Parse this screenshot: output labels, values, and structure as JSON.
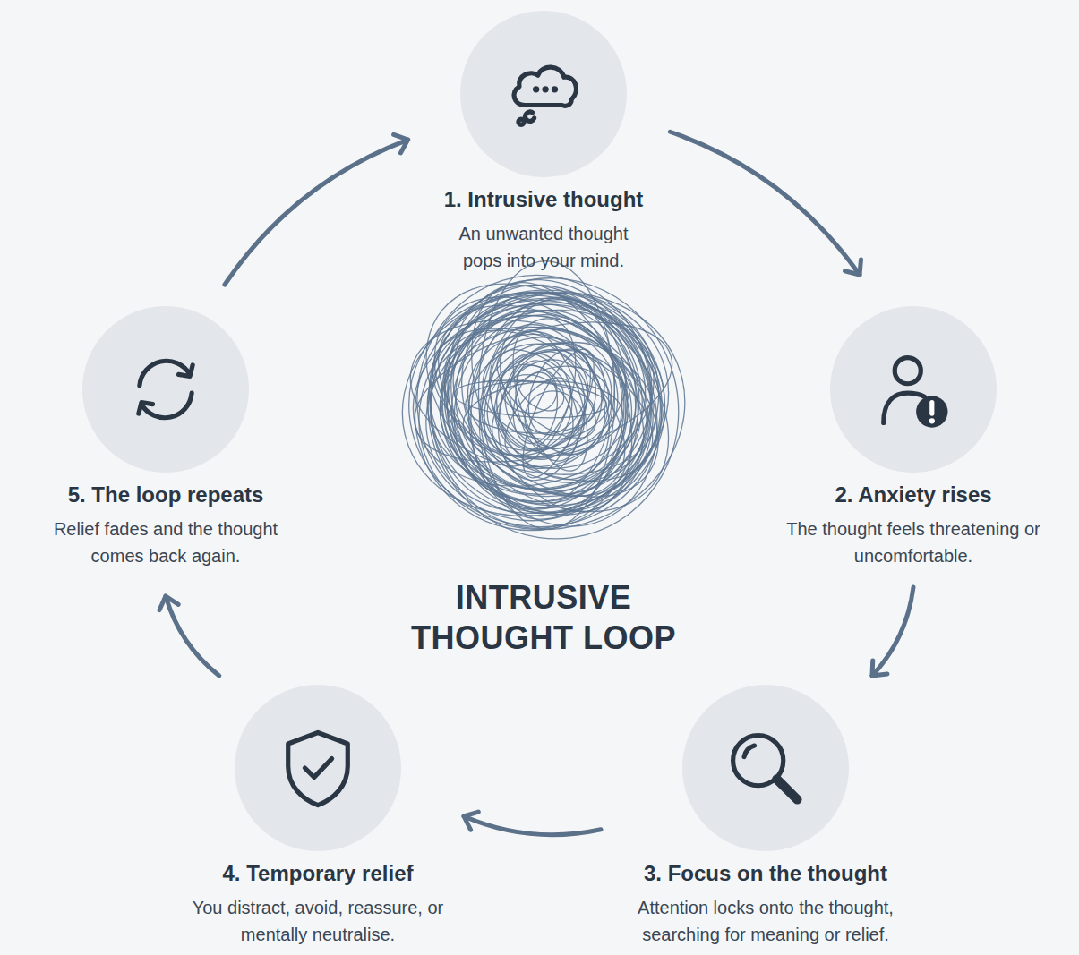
{
  "diagram": {
    "title": "INTRUSIVE THOUGHT LOOP",
    "nodes": [
      {
        "text": [
          "1. Intrusive thought",
          "An unwanted thought pops into your mind."
        ]
      },
      {
        "text": [
          "2. Anxiety rises",
          "The thought feels threatening or uncomfortable."
        ]
      },
      {
        "text": [
          "3. Focus on the thought",
          "Attention locks onto the thought, searching for meaning or relief."
        ]
      },
      {
        "text": [
          "4. Temporary relief",
          "You distract, avoid, reassure, or mentally neutralise."
        ]
      },
      {
        "text": [
          "5. The loop repeats",
          "Relief fades and the thought comes back again."
        ]
      }
    ],
    "edges": [
      {
        "from": 0,
        "to": 1,
        "arrow": "to"
      },
      {
        "from": 1,
        "to": 2,
        "arrow": "to"
      },
      {
        "from": 2,
        "to": 3,
        "arrow": "to"
      },
      {
        "from": 3,
        "to": 4,
        "arrow": "to"
      },
      {
        "from": 4,
        "to": 0,
        "arrow": "to"
      }
    ]
  }
}
